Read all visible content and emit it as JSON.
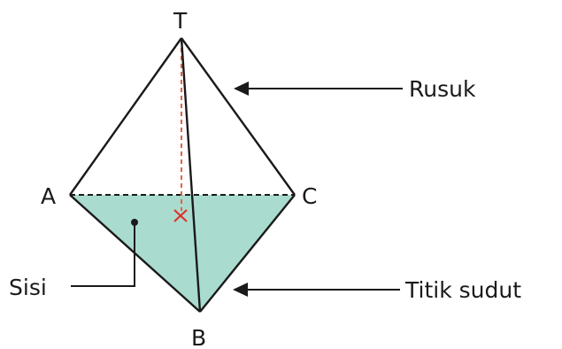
{
  "vertices": {
    "T": "T",
    "A": "A",
    "B": "B",
    "C": "C"
  },
  "annotations": {
    "rusuk": "Rusuk",
    "sisi": "Sisi",
    "titik_sudut": "Titik sudut"
  },
  "colors": {
    "face_fill": "#a9dccf",
    "edge": "#1a1a1a",
    "height_line": "#e8603c",
    "foot_marker": "#e0302a"
  }
}
